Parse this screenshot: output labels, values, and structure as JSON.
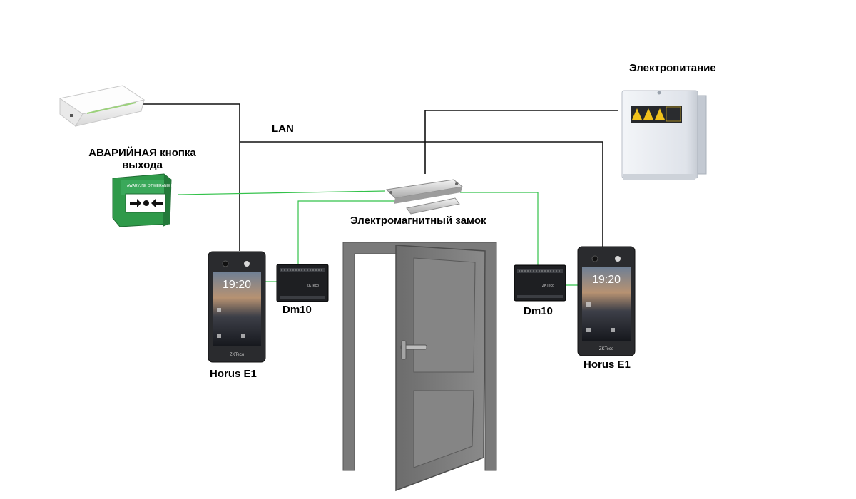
{
  "labels": {
    "power_supply": "Электропитание",
    "lan": "LAN",
    "emergency_button_line1": "АВАРИЙНАЯ кнопка",
    "emergency_button_line2": "выхода",
    "maglock": "Электромагнитный замок",
    "controller_left": "Dm10",
    "controller_right": "Dm10",
    "terminal_left": "Horus E1",
    "terminal_right": "Horus E1",
    "emergency_button_face": "AWARYJNE OTWIERANIE DRZWI",
    "terminal_time": "19:20",
    "brand": "ZKTeco"
  },
  "colors": {
    "lan_wire": "#111111",
    "signal_wire": "#33c24a",
    "button_green": "#2f9a4a",
    "door_gray": "#7a7a7a",
    "psu_body": "#e6eaef",
    "psu_warning": "#f1c21b"
  }
}
